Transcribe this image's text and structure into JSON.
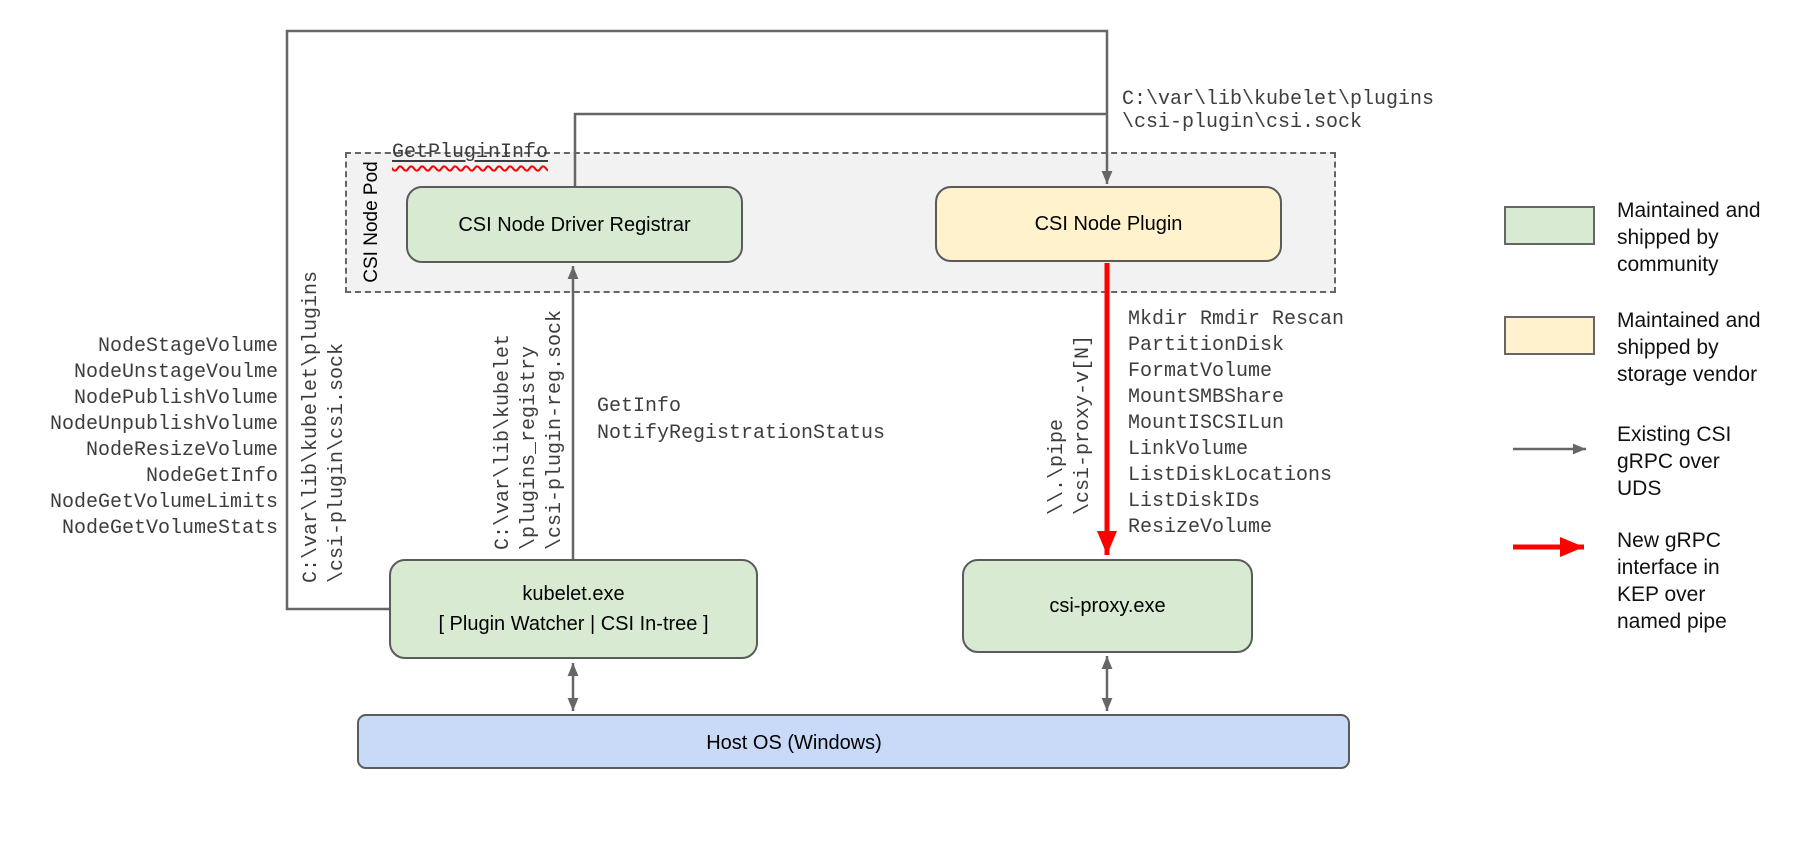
{
  "colors": {
    "community_green": "#d9ead3",
    "vendor_yellow": "#fff2cc",
    "host_blue": "#c9daf8",
    "pod_gray": "#f2f2f2",
    "line_gray": "#666666",
    "arrow_red": "#ff0000"
  },
  "nodes": {
    "pod_label": "CSI Node Pod",
    "registrar": "CSI Node Driver Registrar",
    "plugin": "CSI Node Plugin",
    "kubelet_title": "kubelet.exe",
    "kubelet_subtitle": "[ Plugin Watcher | CSI In-tree ]",
    "csi_proxy": "csi-proxy.exe",
    "host_os": "Host OS (Windows)"
  },
  "labels": {
    "get_plugin_info": "GetPluginInfo",
    "csi_sock_topright": "C:\\var\\lib\\kubelet\\plugins\n\\csi-plugin\\csi.sock",
    "node_ops": "NodeStageVolume\nNodeUnstageVoulme\nNodePublishVolume\nNodeUnpublishVolume\nNodeResizeVolume\nNodeGetInfo\nNodeGetVolumeLimits\nNodeGetVolumeStats",
    "csi_sock_left": "C:\\var\\lib\\kubelet\\plugins\n\\csi-plugin\\csi.sock",
    "registry_sock": "C:\\var\\lib\\kubelet\n\\plugins_registry\n\\csi-plugin-reg.sock",
    "registration_calls": "GetInfo\nNotifyRegistrationStatus",
    "named_pipe": "\\\\.\\pipe\n\\csi-proxy-v[N]",
    "proxy_ops": "Mkdir Rmdir Rescan\nPartitionDisk\nFormatVolume\nMountSMBShare\nMountISCSILun\nLinkVolume\nListDiskLocations\nListDiskIDs\nResizeVolume"
  },
  "legend": {
    "items": [
      {
        "swatch": "green-box",
        "label": "Maintained and\nshipped by\ncommunity"
      },
      {
        "swatch": "yellow-box",
        "label": "Maintained and\nshipped by\nstorage vendor"
      },
      {
        "swatch": "gray-arrow",
        "label": "Existing CSI\ngRPC over\nUDS"
      },
      {
        "swatch": "red-arrow",
        "label": "New gRPC\ninterface in\nKEP over\nnamed pipe"
      }
    ]
  }
}
